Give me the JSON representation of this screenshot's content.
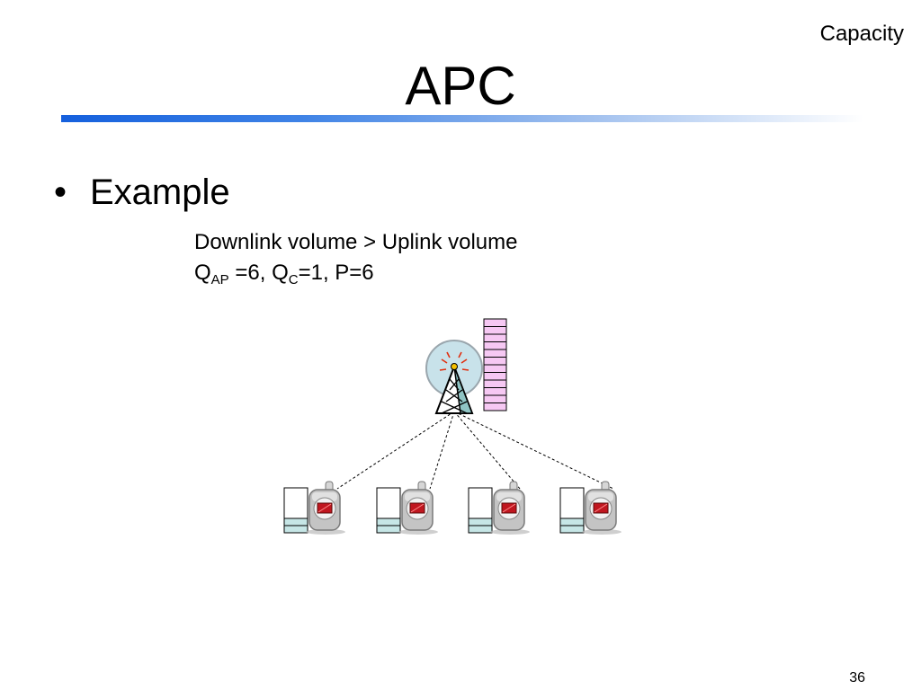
{
  "header": {
    "topic": "Capacity",
    "title": "APC"
  },
  "bullet": {
    "marker": "•",
    "text": "Example"
  },
  "lines": {
    "comparison": "Downlink volume > Uplink volume",
    "q_ap_base": "Q",
    "q_ap_sub": "AP",
    "q_ap_value": " =6, ",
    "q_c_base": "Q",
    "q_c_sub": "C",
    "q_c_value": "=1, P=6"
  },
  "diagram": {
    "ap_queue_slots": 12,
    "ap_queue_color": "#f6c8f3",
    "client_queue_color": "#c6e6e6",
    "client_count": 4
  },
  "footer": {
    "page_number": "36"
  }
}
